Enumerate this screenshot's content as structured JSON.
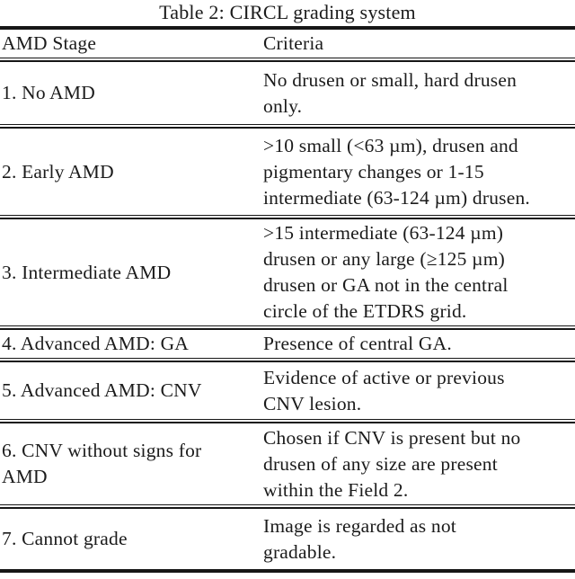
{
  "caption": "Table 2: CIRCL grading system",
  "columns": [
    "AMD Stage",
    "Criteria"
  ],
  "rows": [
    {
      "stage": "1. No AMD",
      "criteria": "No drusen or small, hard drusen only.",
      "stage_lines": [
        "1. No AMD"
      ],
      "criteria_lines": [
        "No drusen or small, hard drusen",
        "only."
      ]
    },
    {
      "stage": "2. Early AMD",
      "criteria": ">10 small (<63 µm), drusen and pigmentary changes or 1-15 intermediate (63-124 µm) drusen.",
      "stage_lines": [
        "2. Early AMD"
      ],
      "criteria_lines": [
        ">10 small (<63 µm), drusen and",
        "pigmentary changes or 1-15",
        "intermediate (63-124 µm) drusen."
      ]
    },
    {
      "stage": "3. Intermediate AMD",
      "criteria": ">15 intermediate (63-124 µm) drusen or any large (≥125 µm) drusen or GA not in the central circle of the ETDRS grid.",
      "stage_lines": [
        "3. Intermediate AMD"
      ],
      "criteria_lines": [
        ">15 intermediate (63-124 µm)",
        "drusen or any large (≥125 µm)",
        "drusen or GA not in the central",
        "circle of the ETDRS grid."
      ]
    },
    {
      "stage": "4. Advanced AMD: GA",
      "criteria": "Presence of central GA.",
      "stage_lines": [
        "4. Advanced AMD: GA"
      ],
      "criteria_lines": [
        "Presence of central GA."
      ]
    },
    {
      "stage": "5. Advanced AMD: CNV",
      "criteria": "Evidence of active or previous CNV lesion.",
      "stage_lines": [
        "5. Advanced AMD: CNV"
      ],
      "criteria_lines": [
        "Evidence of active or previous",
        "CNV lesion."
      ]
    },
    {
      "stage": "6. CNV without signs for AMD",
      "criteria": "Chosen if CNV is present but no drusen of any size are present within the Field 2.",
      "stage_lines": [
        "6. CNV without signs for",
        "AMD"
      ],
      "criteria_lines": [
        "Chosen if CNV is present but no",
        "drusen of any size are present",
        "within the Field 2."
      ]
    },
    {
      "stage": "7. Cannot grade",
      "criteria": "Image is regarded as not gradable.",
      "stage_lines": [
        "7. Cannot grade"
      ],
      "criteria_lines": [
        "Image is regarded as not",
        "gradable."
      ]
    }
  ],
  "colors": {
    "text": "#1b1b1b",
    "rule": "#161616",
    "background": "#ffffff"
  }
}
